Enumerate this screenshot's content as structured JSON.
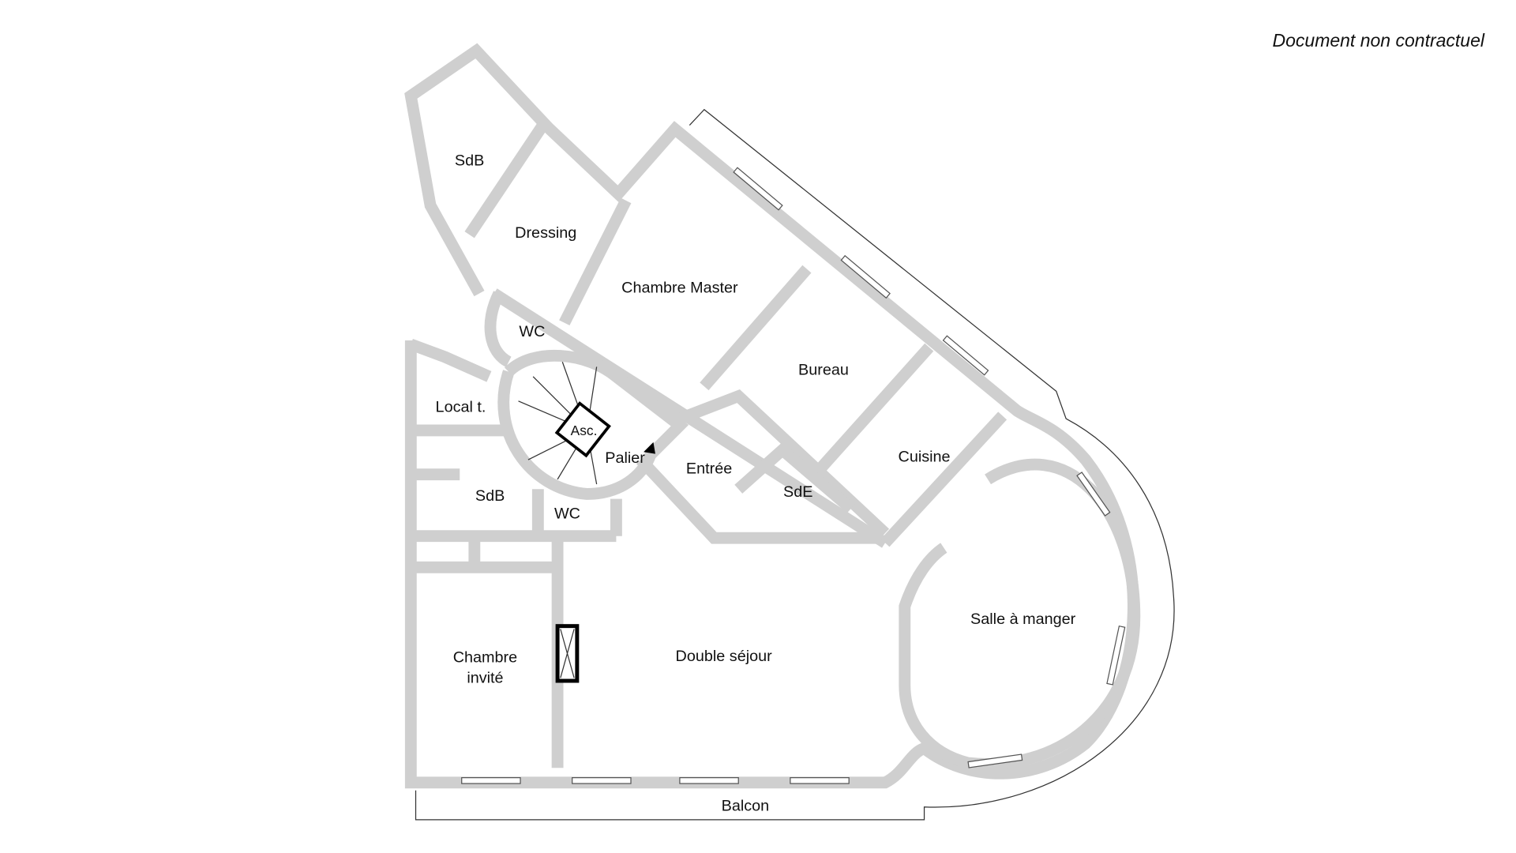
{
  "disclaimer": "Document non contractuel",
  "rooms": {
    "sdb_top": "SdB",
    "dressing": "Dressing",
    "chambre_master": "Chambre Master",
    "wc_top": "WC",
    "bureau": "Bureau",
    "local": "Local t.",
    "asc": "Asc.",
    "palier": "Palier",
    "entree": "Entrée",
    "cuisine": "Cuisine",
    "sde": "SdE",
    "sdb_left": "SdB",
    "wc_bottom": "WC",
    "salle_a_manger": "Salle à manger",
    "chambre_invite_1": "Chambre",
    "chambre_invite_2": "invité",
    "double_sejour": "Double séjour",
    "balcon": "Balcon"
  }
}
